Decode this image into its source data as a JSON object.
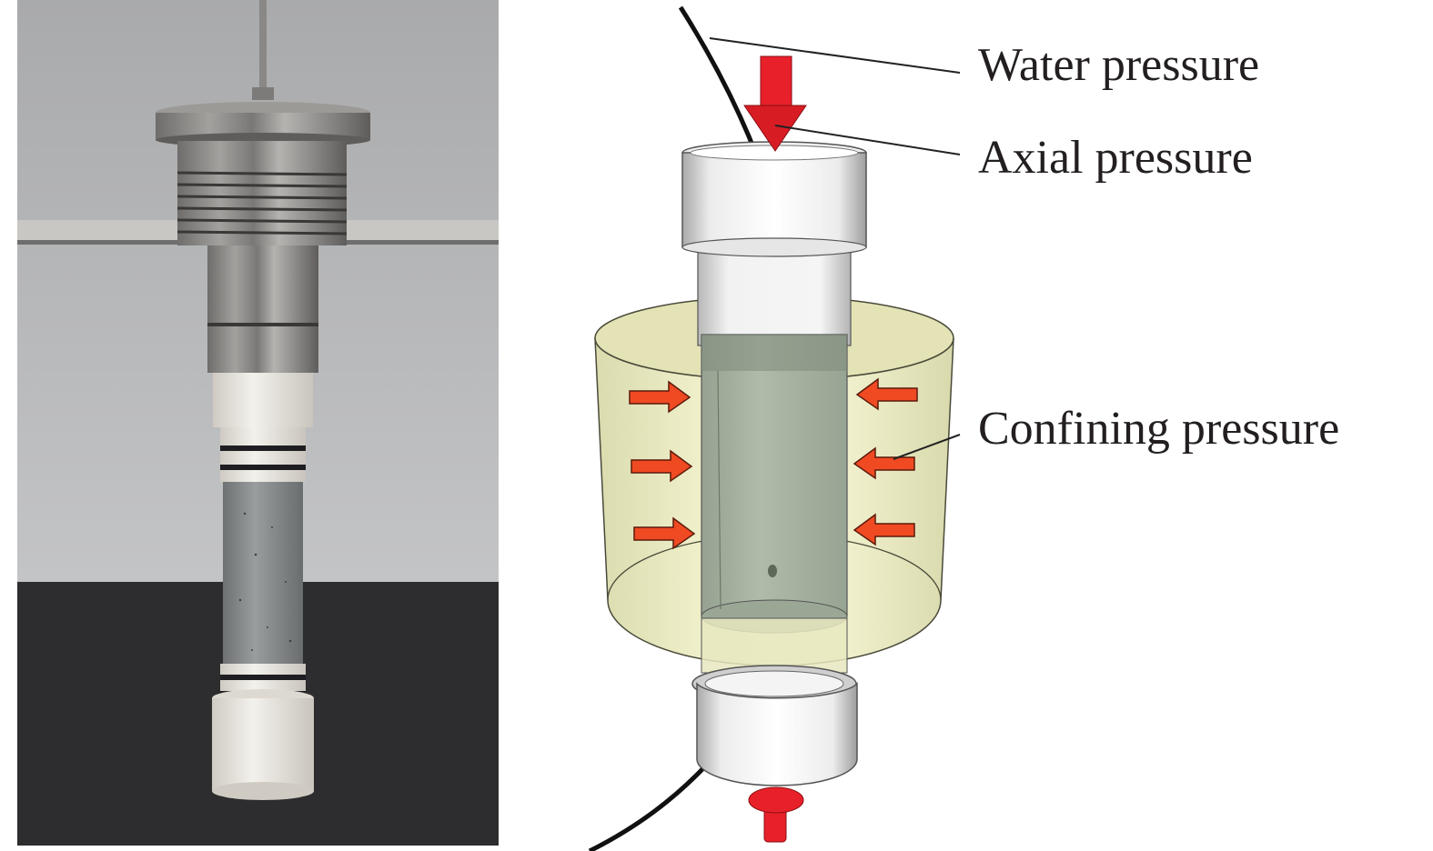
{
  "figure": {
    "type": "triaxial-seepage-test-setup",
    "panels": {
      "photo": {
        "subject": "triaxial cell with specimen",
        "colors": {
          "wall": "#b8b9bb",
          "bench": "#2d2d2f",
          "steel": "#8a8886",
          "specimen": "#8f9394",
          "ptfe": "#ece9e2"
        }
      },
      "schematic": {
        "colors": {
          "arrow_axial": "#e8202a",
          "arrow_confining": "#f04a23",
          "chamber": "#e6e6b8",
          "specimen": "#a9b5a4",
          "cap": "#f4f4f4",
          "line": "#1a1a1a"
        }
      }
    },
    "labels": {
      "water_pressure": "Water pressure",
      "axial_pressure": "Axial pressure",
      "confining_pressure": "Confining pressure"
    }
  }
}
